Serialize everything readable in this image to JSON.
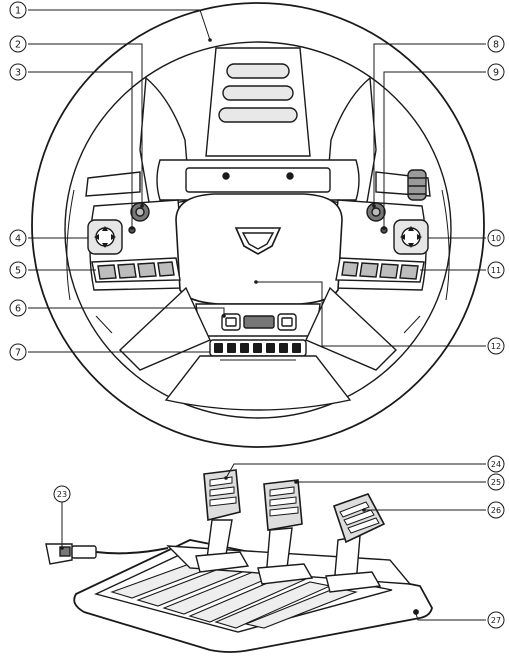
{
  "figure": {
    "description_visible_text": "",
    "callouts": [
      {
        "id": "c1",
        "label": "1"
      },
      {
        "id": "c2",
        "label": "2"
      },
      {
        "id": "c3",
        "label": "3"
      },
      {
        "id": "c4",
        "label": "4"
      },
      {
        "id": "c5",
        "label": "5"
      },
      {
        "id": "c6",
        "label": "6"
      },
      {
        "id": "c7",
        "label": "7"
      },
      {
        "id": "c8",
        "label": "8"
      },
      {
        "id": "c9",
        "label": "9"
      },
      {
        "id": "c10",
        "label": "10"
      },
      {
        "id": "c11",
        "label": "11"
      },
      {
        "id": "c12",
        "label": "12"
      },
      {
        "id": "c23",
        "label": "23"
      },
      {
        "id": "c24",
        "label": "24"
      },
      {
        "id": "c25",
        "label": "25"
      },
      {
        "id": "c26",
        "label": "26"
      },
      {
        "id": "c27",
        "label": "27"
      }
    ]
  },
  "colors": {
    "line": "#1a1a1a",
    "gray_dark": "#555555",
    "gray_mid": "#9a9a9a",
    "gray_light": "#d6d6d6",
    "gray_fill": "#bdbdbd",
    "background": "#ffffff"
  }
}
